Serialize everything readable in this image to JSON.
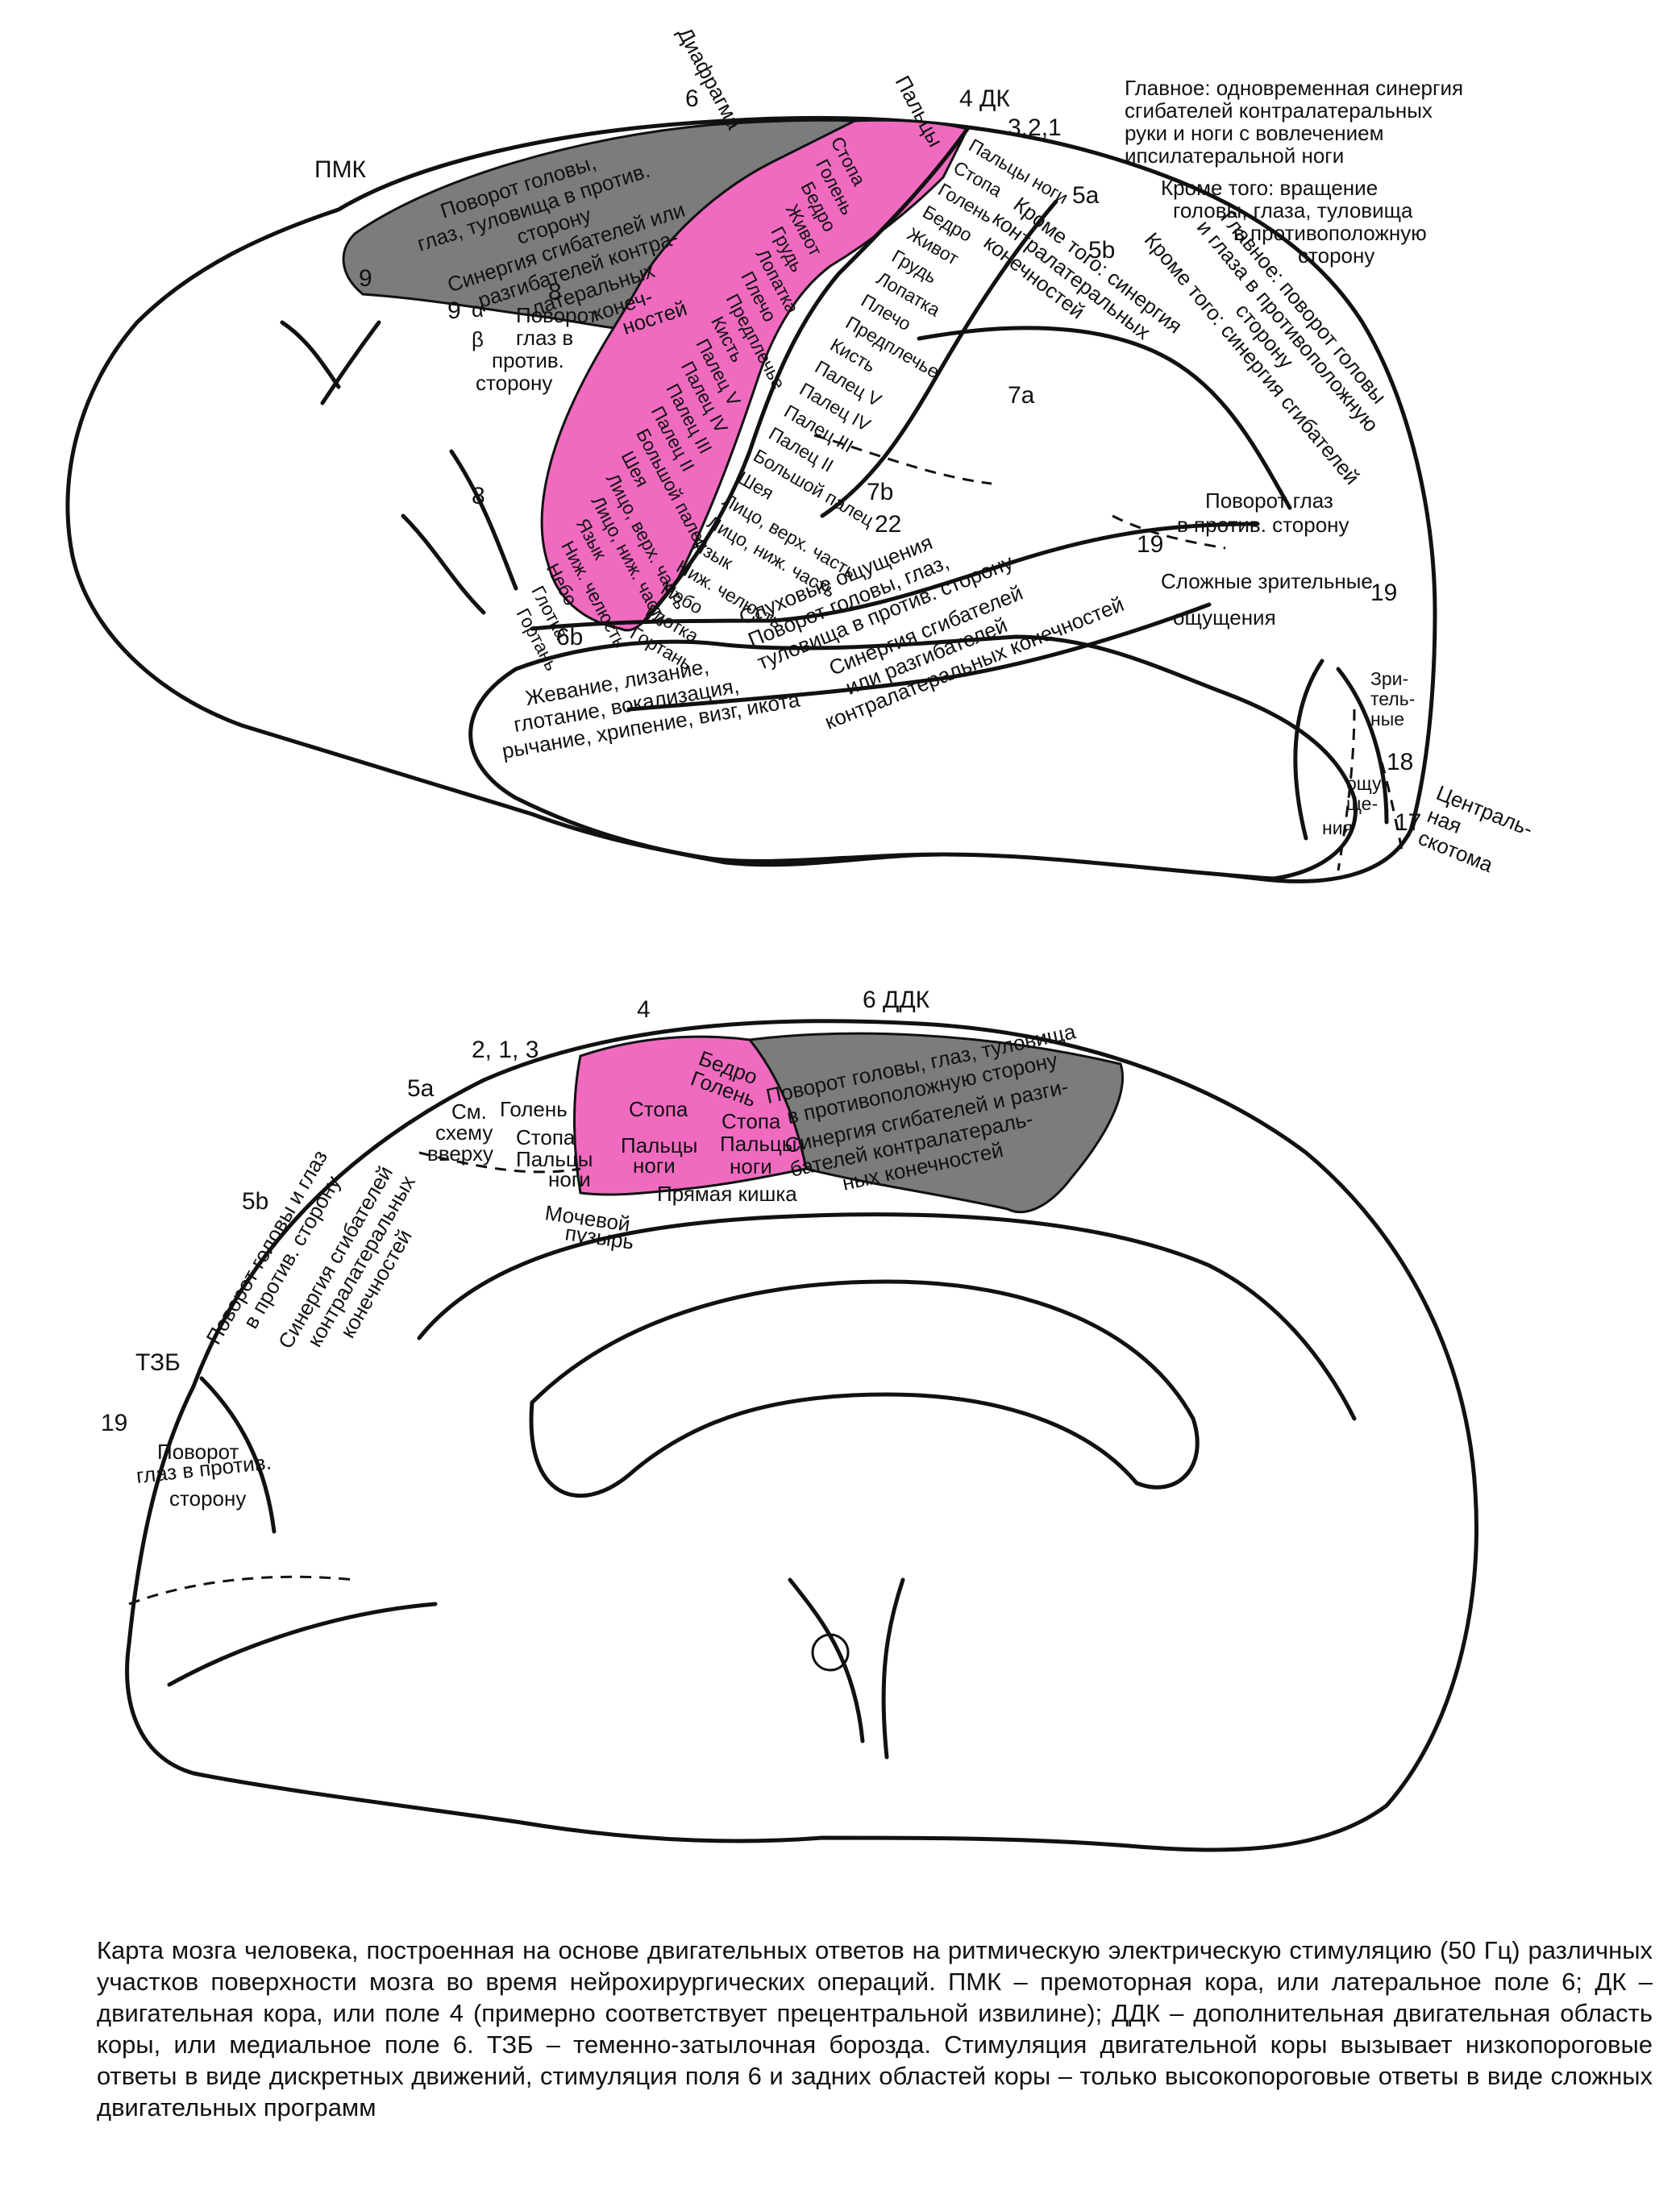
{
  "lateral": {
    "fields": {
      "pmk": "ПМК",
      "dk": "4 ДК",
      "f6": "6",
      "f321": "3,2,1",
      "f5a": "5a",
      "f5b": "5b",
      "f7a": "7a",
      "f7b": "7b",
      "f8": "8",
      "f9": "9",
      "f9a": "9",
      "alpha": "α",
      "beta": "β",
      "f8b": "8",
      "f6b": "6b",
      "f22": "22",
      "f19a": "19",
      "f19b": "19",
      "f18": "18",
      "f17": "17"
    },
    "notes": {
      "main1": "Главное: одновременная синергия",
      "main2": "сгибателей контралатеральных",
      "main3": "руки и ноги   с вовлечением",
      "main4": "ипсилатеральной ноги",
      "besides1": "Кроме того: вращение",
      "besides2": "головы, глаза, туловища",
      "besides3": "в  противоположную",
      "besides4": "сторону",
      "diaphragm": "Диафрагма",
      "toes_top": "Пальцы"
    },
    "pmk_zone": {
      "l1": "Поворот головы,",
      "l2": "глаз, туловища в против.",
      "l3": "сторону",
      "l4": "Синергия сгибателей или",
      "l5": "разгибателей контра-",
      "l6": "латеральных",
      "l7": "конеч-",
      "l8": "ностей"
    },
    "motor_strip": [
      "Стопа",
      "Голень",
      "Бедро",
      "Живот",
      "Грудь",
      "Лопатка",
      "Плечо",
      "Предплечье",
      "Кисть",
      "Палец V",
      "Палец IV",
      "Палец III",
      "Палец II",
      "Большой палец",
      "Шея",
      "Лицо, верх. часть",
      "Лицо, ниж. часть",
      "Язык",
      "Ниж. челюсть",
      "Небо",
      "Глотка",
      "Гортань"
    ],
    "sensory_strip": [
      "Пальцы ноги",
      "Стопа",
      "Голень",
      "Бедро",
      "Живот",
      "Грудь",
      "Лопатка",
      "Плечо",
      "Предплечье",
      "Кисть",
      "Палец V",
      "Палец IV",
      "Палец III",
      "Палец II",
      "Большой палец",
      "Шея",
      "Лицо, верх. часть",
      "Лицо, ниж. часть",
      "Язык",
      "Ниж. челюсть",
      "Небо",
      "Глотка",
      "Гортань"
    ],
    "f8_zone": {
      "l1": "Поворот",
      "l2": "глаз в",
      "l3": "против.",
      "l4": "сторону"
    },
    "f5b_zone": {
      "l1": "Кроме того: синергия",
      "l2": "контралатеральных",
      "l3": "конечностей"
    },
    "f5b_main": {
      "l1": "Главное: поворот головы",
      "l2": "и глаза в противоположную",
      "l3": "сторону",
      "l4": "Кроме того: синергия сгибателей"
    },
    "f22_zone": {
      "l1": "Слуховые ощущения",
      "l2": "Поворот головы, глаз,",
      "l3": "туловища в против. сторону",
      "l4": "Синергия сгибателей",
      "l5": "или разгибателей",
      "l6": "контралатеральных конечностей"
    },
    "f19_zone": {
      "l1": "Поворот глаз",
      "l2": "в против. сторону",
      "l3": "Сложные зрительные",
      "l4": "ощущения"
    },
    "f18_zone": {
      "l1": "Зри-",
      "l2": "тель-",
      "l3": "ные",
      "l4": "ощу-",
      "l5": "ще-",
      "l6": "ния"
    },
    "scotoma": {
      "l1": "Централь-",
      "l2": "ная",
      "l3": "скотома"
    },
    "temporal": {
      "l1": "Жевание, лизание,",
      "l2": "глотание, вокализация,",
      "l3": "рычание, хрипение, визг, икота"
    }
  },
  "medial": {
    "fields": {
      "f4": "4",
      "ddk": "6 ДДК",
      "f213": "2, 1, 3",
      "f5a": "5a",
      "f5b": "5b",
      "tzb": "ТЗБ",
      "f19": "19"
    },
    "ddk_zone": {
      "l1": "Поворот головы, глаз, туловища",
      "l2": "в противоположную сторону",
      "l3": "Синергия сгибателей и разги-",
      "l4": "бателей  контралатераль-",
      "l5": "ных конечностей"
    },
    "f4_zone": {
      "thigh": "Бедро",
      "shin": "Голень",
      "foot": "Стопа",
      "toes1": "Пальцы",
      "toes2": "ноги",
      "rectum": "Прямая кишка"
    },
    "sens_zone": {
      "see1": "См.",
      "see2": "схему",
      "see3": "вверху",
      "shin": "Голень",
      "foot": "Стопа",
      "toes1": "Пальцы",
      "toes2": "ноги",
      "foot2": "Стопа",
      "toes3": "Пальцы",
      "toes4": "ноги",
      "bladder1": "Мочевой",
      "bladder2": "пузырь"
    },
    "f5b_zone": {
      "l1": "Поворот головы и глаз",
      "l2": "в против. сторону",
      "l3": "Синергия сгибателей",
      "l4": "контралатеральных",
      "l5": "конечностей"
    },
    "f19_zone": {
      "l1": "Поворот",
      "l2": "глаз в против.",
      "l3": "сторону"
    }
  },
  "caption": "Карта мозга человека, построенная на основе двигательных ответов на ритмическую электрическую стимуляцию (50 Гц) различных участков поверхности мозга во время нейрохирургических операций. ПМК – премоторная кора, или латеральное поле 6; ДК – двигательная кора, или поле 4 (примерно соответствует прецентральной извилине); ДДК – дополнительная двигательная область коры, или медиальное поле 6. ТЗБ – теменно-затылочная борозда. Стимуляция двигательной коры вызывает низкопороговые ответы в виде дискретных движений, стимуляция поля 6 и задних областей коры – только высокопороговые ответы в виде сложных двигательных программ",
  "colors": {
    "motor": "#f06bc0",
    "premotor": "#7b7d7a",
    "line": "#111111"
  }
}
